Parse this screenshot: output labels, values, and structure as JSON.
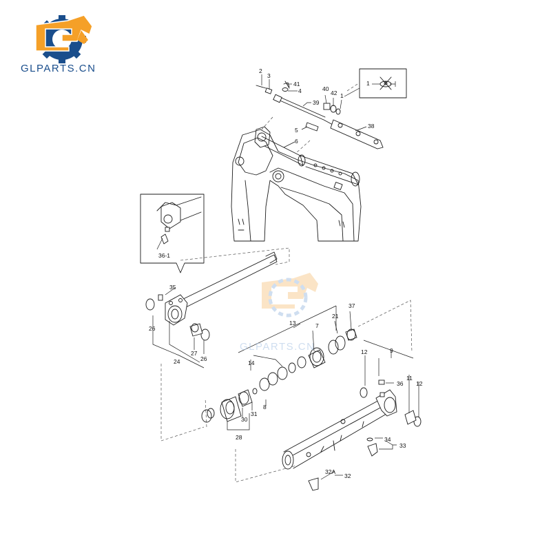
{
  "brand": {
    "logo_text": "GLPARTS.CN",
    "watermark_text": "GLPARTS.CN",
    "colors": {
      "orange": "#f5a028",
      "blue": "#1a4e8c",
      "watermark_orange": "#f8cf98",
      "watermark_blue": "#a9c4e4"
    }
  },
  "diagram": {
    "type": "exploded-parts-diagram",
    "subject": "boom cylinder assembly",
    "callouts": [
      "1",
      "2",
      "3",
      "4",
      "5",
      "6",
      "7",
      "8",
      "9",
      "11",
      "12",
      "12",
      "13",
      "14",
      "21",
      "24",
      "26",
      "26",
      "27",
      "28",
      "30",
      "31",
      "32",
      "32A",
      "33",
      "34",
      "35",
      "36",
      "36-1",
      "37",
      "38",
      "39",
      "40",
      "41",
      "42",
      "1"
    ]
  }
}
